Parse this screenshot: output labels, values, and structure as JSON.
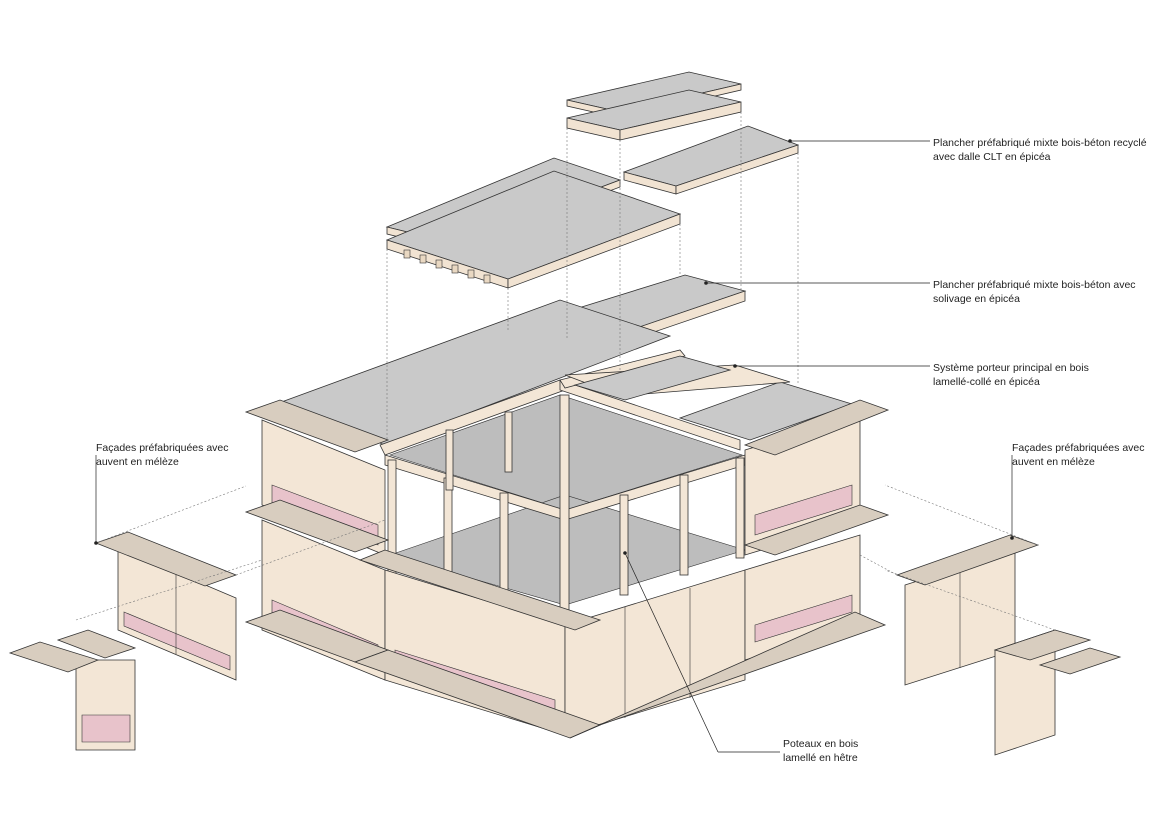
{
  "colors": {
    "concrete": "#cfcfcf",
    "concrete_top": "#c4c4c4",
    "timber": "#f3e6d6",
    "timber_dark": "#e2cdb4",
    "canopy": "#d9cfc2",
    "pink_panel": "#e9c4cc",
    "line": "#333333",
    "dotted": "#777777"
  },
  "labels": {
    "plancher_clt": {
      "line1": "Plancher préfabriqué mixte bois-béton recyclé",
      "line2": "avec dalle CLT en épicéa"
    },
    "plancher_solivage": {
      "line1": "Plancher préfabriqué mixte bois-béton avec",
      "line2": "solivage en épicéa"
    },
    "porteur": {
      "line1": "Système porteur principal en bois",
      "line2": "lamellé-collé en épicéa"
    },
    "facades_left": {
      "line1": "Façades préfabriquées avec",
      "line2": "auvent en mélèze"
    },
    "facades_right": {
      "line1": "Façades préfabriquées avec",
      "line2": "auvent en mélèze"
    },
    "poteaux": {
      "line1": "Poteaux en bois",
      "line2": "lamellé en hêtre"
    }
  }
}
